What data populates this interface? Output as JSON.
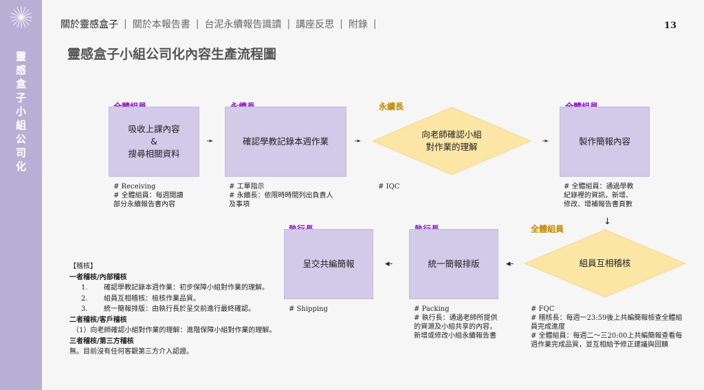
{
  "sidebar": {
    "title_chars": [
      "靈",
      "感",
      "盒",
      "子",
      "小",
      "組",
      "公",
      "司",
      "化"
    ]
  },
  "nav": {
    "items": [
      "關於靈感盒子",
      "關於本報告書",
      "台泥永續報告識讀",
      "講座反思",
      "附錄"
    ]
  },
  "page_number": "13",
  "page_title": "靈感盒子小組公司化內容生產流程圖",
  "flow": {
    "step1": {
      "role": "全體組員",
      "lines": [
        "吸收上課內容",
        "&",
        "搜尋相關資料"
      ],
      "notes": [
        "# Receiving",
        "# 全體組員：每週閱讀",
        "部分永續報告書內容"
      ]
    },
    "step2": {
      "role": "永續長",
      "lines": [
        "確認學教記錄本週作業"
      ],
      "notes": [
        "# 工單指示",
        "# 永續長：依限時時間列出負責人",
        "及事項"
      ]
    },
    "step3": {
      "role": "永續長",
      "lines": [
        "向老師確認小組",
        "對作業的理解"
      ],
      "notes": [
        "# IQC"
      ]
    },
    "step4": {
      "role": "全體組員",
      "lines": [
        "製作簡報內容"
      ],
      "notes": [
        "# 全體組員：通過學教",
        "紀錄裡的資訊，新增、",
        "修改、增補報告書頁數"
      ]
    },
    "step5": {
      "role": "全體組員",
      "lines": [
        "組員互相稽核"
      ],
      "notes": [
        "# FQC",
        "# 稽核長：每週一23:59後上共編簡報檢查全體組",
        "員完成進度",
        "# 全體組員：每週二～三20:00上共編簡報查看每",
        "週作業完成品質，並互相給予修正建議與回饋"
      ]
    },
    "step6": {
      "role": "執行長",
      "lines": [
        "統一簡報排版"
      ],
      "notes": [
        "# Packing",
        "# 執行長：通過老師所提供",
        "的資源及小組共享的內容，",
        "新增或修改小組永續報告書"
      ]
    },
    "step7": {
      "role": "執行長",
      "lines": [
        "呈交共編簡報"
      ],
      "notes": [
        "# Shipping"
      ]
    }
  },
  "audit": {
    "title": "【稽核】",
    "first_heading": "一者稽核/內部稽核",
    "first_items": [
      {
        "n": "1.",
        "text": "確認學教記錄本週作業：初步保障小組對作業的理解。"
      },
      {
        "n": "2.",
        "text": "組員互相稽核：檢核作業品質。"
      },
      {
        "n": "3.",
        "text": "統一簡報排版：由執行長於呈交前進行最終確認。"
      }
    ],
    "second_heading": "二者稽核/客戶稽核",
    "second_text": "（1）向老師確認小組對作業的理解：進階保障小組對作業的理解。",
    "third_heading": "三者稽核/第三方稽核",
    "third_text": "無。目前沒有任何客觀第三方介入認證。"
  },
  "arrows": {
    "right": "➛",
    "left": "◂-",
    "down": "↓"
  },
  "colors": {
    "sidebar": "#b8afd4",
    "box": "#d2cae9",
    "diamond": "#fbe6a6",
    "role_purple": "#8a1ac2",
    "role_gold": "#c48a00"
  }
}
